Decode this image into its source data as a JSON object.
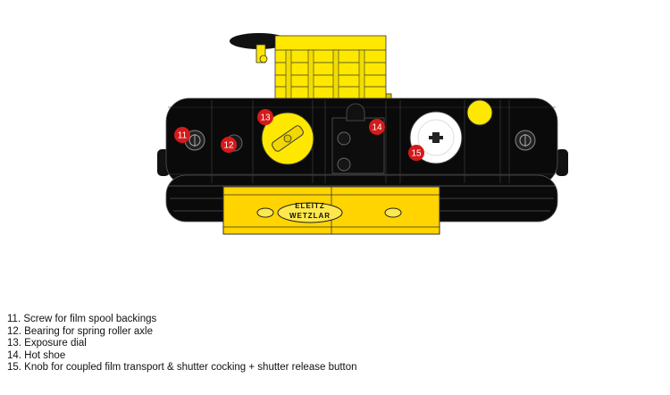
{
  "diagram": {
    "badge": {
      "line1": "ELEITZ",
      "line2": "WETZLAR"
    },
    "markers": [
      "11",
      "12",
      "13",
      "14",
      "15"
    ]
  },
  "legend": [
    "11. Screw for film spool backings",
    "12. Bearing for spring roller axle",
    "13. Exposure dial",
    "14. Hot shoe",
    "15. Knob for coupled film transport & shutter cocking + shutter release button"
  ],
  "colors": {
    "body": "#0a0a0a",
    "yellow": "#ffe800",
    "marker": "#d41a1a",
    "knob": "#ffffff"
  }
}
